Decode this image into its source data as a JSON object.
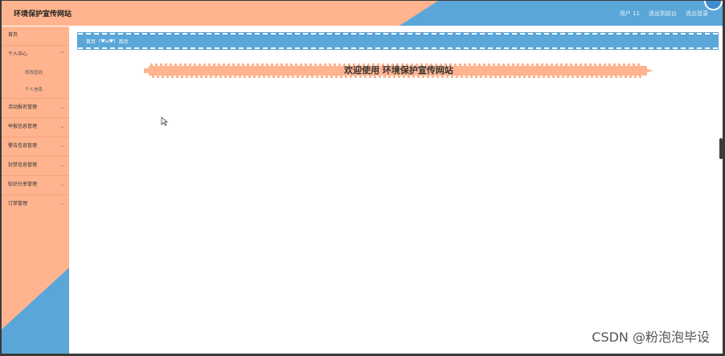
{
  "header": {
    "site_title": "环境保护宣传网站",
    "user_label": "用户 11",
    "back_to_admin": "退出到前台",
    "logout": "退出登录"
  },
  "sidebar": {
    "items": [
      {
        "label": "首页",
        "chevron": ""
      },
      {
        "label": "个人中心",
        "chevron": "^"
      },
      {
        "label": "活动报名管理",
        "chevron": "⌄"
      },
      {
        "label": "举报信息管理",
        "chevron": "⌄"
      },
      {
        "label": "警告信息管理",
        "chevron": "⌄"
      },
      {
        "label": "封禁信息管理",
        "chevron": "⌄"
      },
      {
        "label": "知识分享管理",
        "chevron": "⌄"
      },
      {
        "label": "订单管理",
        "chevron": "⌄"
      }
    ],
    "subitems": [
      {
        "label": "修改密码"
      },
      {
        "label": "个人信息"
      }
    ]
  },
  "breadcrumb": {
    "home": "首页",
    "separator": "(♥ω♥)",
    "current": "首页"
  },
  "welcome": {
    "text": "欢迎使用 环境保护宣传网站"
  },
  "watermark": "CSDN @粉泡泡毕设",
  "colors": {
    "peach": "#ffb48f",
    "blue": "#5aa6d8"
  }
}
